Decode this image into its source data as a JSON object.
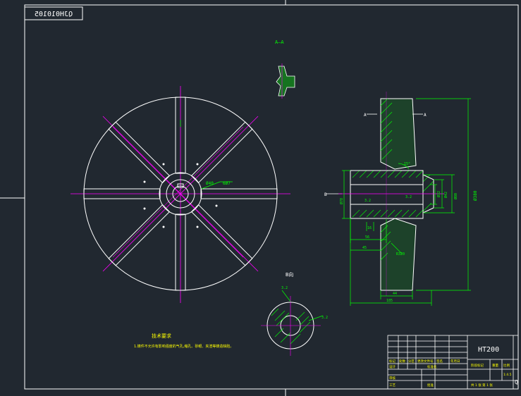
{
  "drawing": {
    "drawing_number_mirrored": "QJH010105",
    "section_label_top": "A—A",
    "section_arrow_a_left": "A",
    "section_arrow_a_right": "A",
    "view_b_label": "B向",
    "view_b_arrow": "B",
    "material": "HT200",
    "tech_requirements_title": "技术要求",
    "tech_requirements_line1": "1.铸件不允许有影响强度的气孔,缩孔、砂眼、夹渣等铸造缺陷。",
    "dimensions_left_view": {
      "hole_pattern": "Ø40",
      "bolt_circle": "6Ø7"
    },
    "dimensions_section": {
      "d_overall": "Ø380",
      "d_hub1": "Ø80",
      "d_hub2": "Ø42",
      "d_bore": "Ø32",
      "d_shaft": "Ø78",
      "len_56": "56",
      "len_45": "45",
      "len_44": "44",
      "len_16": "16",
      "len_185": "185",
      "chamfer": "3.2",
      "chamfer2": "3.2",
      "angle": "15°",
      "radius": "R320"
    },
    "dimensions_view_b": {
      "d1": "3.2",
      "d2": "3.2"
    },
    "title_block": {
      "row_labels": [
        "标记",
        "处数",
        "分区",
        "更改文件号",
        "签名",
        "年月日"
      ],
      "designer": "设计",
      "standardization": "标准化",
      "checker": "审核",
      "process": "工艺",
      "approve": "批准",
      "stage_mark": "阶段标记",
      "weight": "重量",
      "scale": "比例",
      "scale_value": "1:4.5",
      "sheet_info": "共 1 张 第 1 张",
      "corner_code": "Q"
    }
  },
  "colors": {
    "background": "#212830",
    "frame": "#ffffff",
    "outline": "#ffffff",
    "dimension": "#00ff00",
    "centerline": "#ff00ff",
    "hatch": "#00ff00",
    "text": "#ffff00"
  }
}
